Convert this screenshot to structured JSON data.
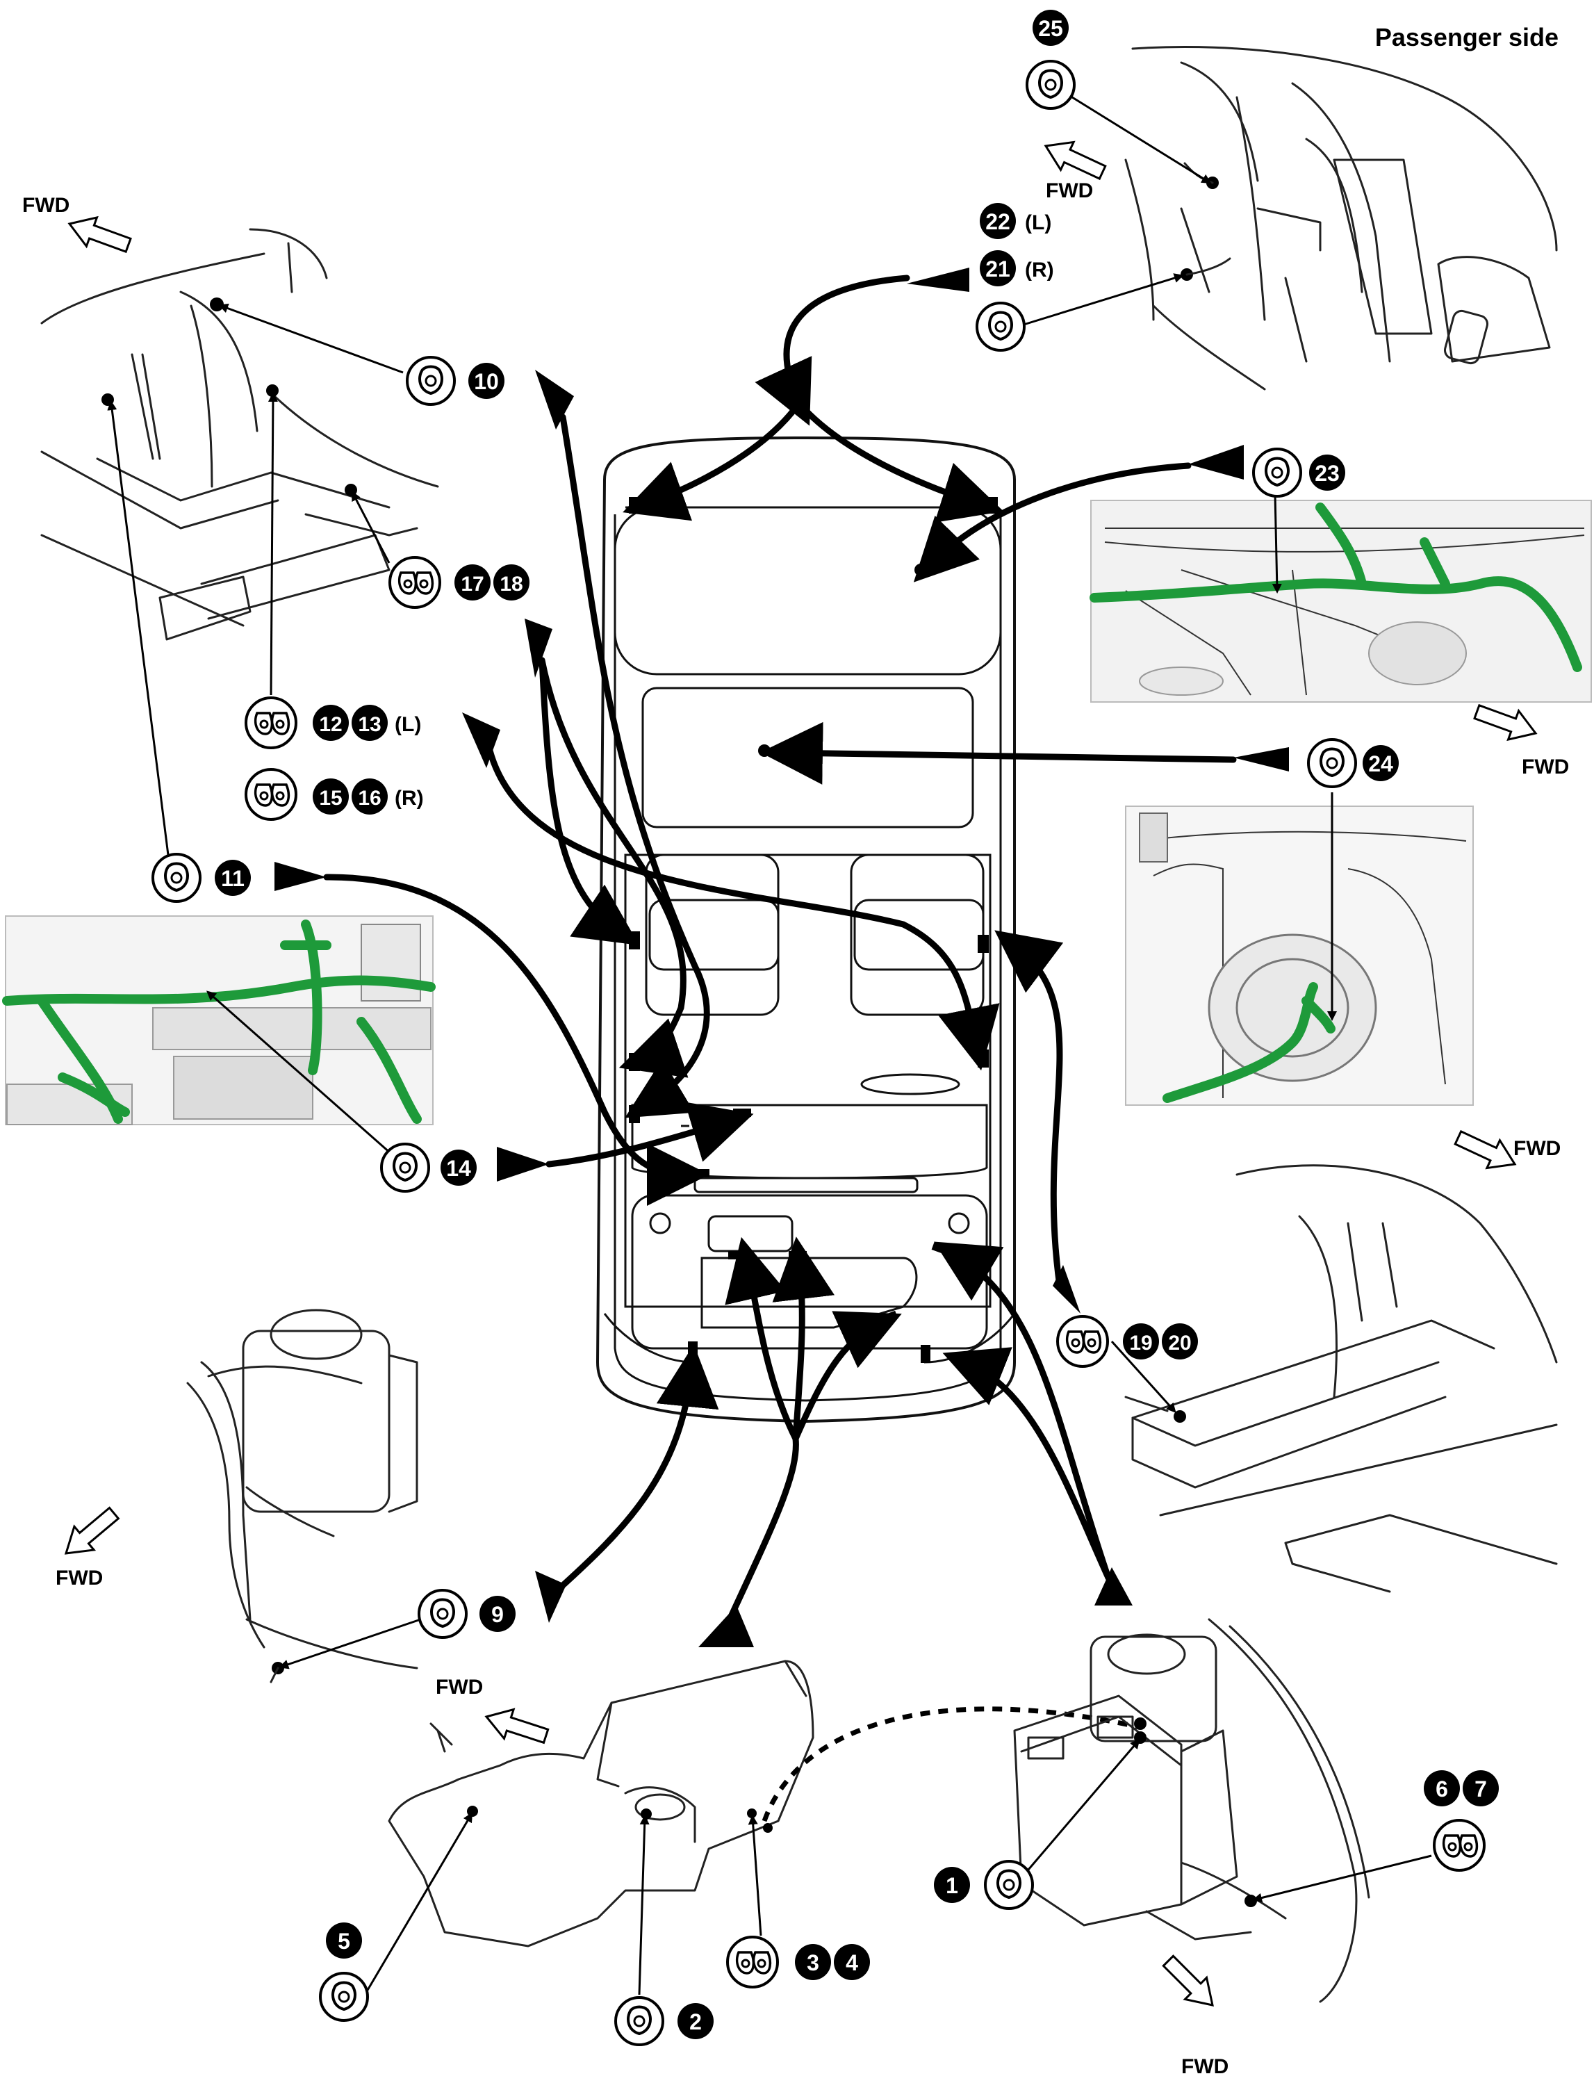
{
  "labels": {
    "passenger_side": "Passenger side",
    "fwd": "FWD",
    "left": "(L)",
    "right": "(R)"
  },
  "callouts": [
    {
      "id": "c1",
      "number": "1"
    },
    {
      "id": "c2",
      "number": "2"
    },
    {
      "id": "c3",
      "number": "3"
    },
    {
      "id": "c4",
      "number": "4"
    },
    {
      "id": "c5",
      "number": "5"
    },
    {
      "id": "c6",
      "number": "6"
    },
    {
      "id": "c7",
      "number": "7"
    },
    {
      "id": "c9",
      "number": "9"
    },
    {
      "id": "c10",
      "number": "10"
    },
    {
      "id": "c11",
      "number": "11"
    },
    {
      "id": "c12",
      "number": "12"
    },
    {
      "id": "c13",
      "number": "13"
    },
    {
      "id": "c14",
      "number": "14"
    },
    {
      "id": "c15",
      "number": "15"
    },
    {
      "id": "c16",
      "number": "16"
    },
    {
      "id": "c17",
      "number": "17"
    },
    {
      "id": "c18",
      "number": "18"
    },
    {
      "id": "c19",
      "number": "19"
    },
    {
      "id": "c20",
      "number": "20"
    },
    {
      "id": "c21",
      "number": "21"
    },
    {
      "id": "c22",
      "number": "22"
    },
    {
      "id": "c23",
      "number": "23"
    },
    {
      "id": "c24",
      "number": "24"
    },
    {
      "id": "c25",
      "number": "25"
    }
  ],
  "colors": {
    "harness_green": "#1e9a3a",
    "ink": "#000000",
    "background": "#ffffff"
  }
}
